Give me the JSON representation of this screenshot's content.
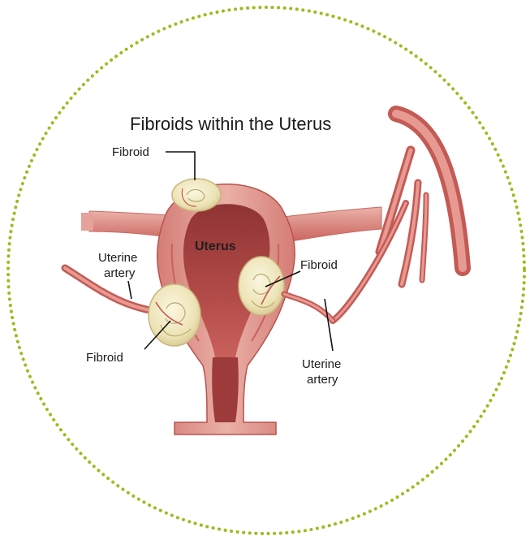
{
  "diagram": {
    "title": "Fibroids within the Uterus",
    "labels": {
      "fibroid_top": "Fibroid",
      "uterus": "Uterus",
      "fibroid_right": "Fibroid",
      "uterine_artery_left_line1": "Uterine",
      "uterine_artery_left_line2": "artery",
      "fibroid_left": "Fibroid",
      "uterine_artery_right_line1": "Uterine",
      "uterine_artery_right_line2": "artery"
    },
    "colors": {
      "border_dots": "#9dbb1e",
      "tissue_light": "#e9a9a0",
      "tissue_mid": "#d98880",
      "tissue_dark": "#b9524c",
      "cavity": "#a8403f",
      "artery": "#c9605c",
      "fibroid": "#f1ebc4"
    },
    "icons": [
      "uterus-illustration",
      "fibroid-illustration",
      "artery-illustration"
    ]
  }
}
